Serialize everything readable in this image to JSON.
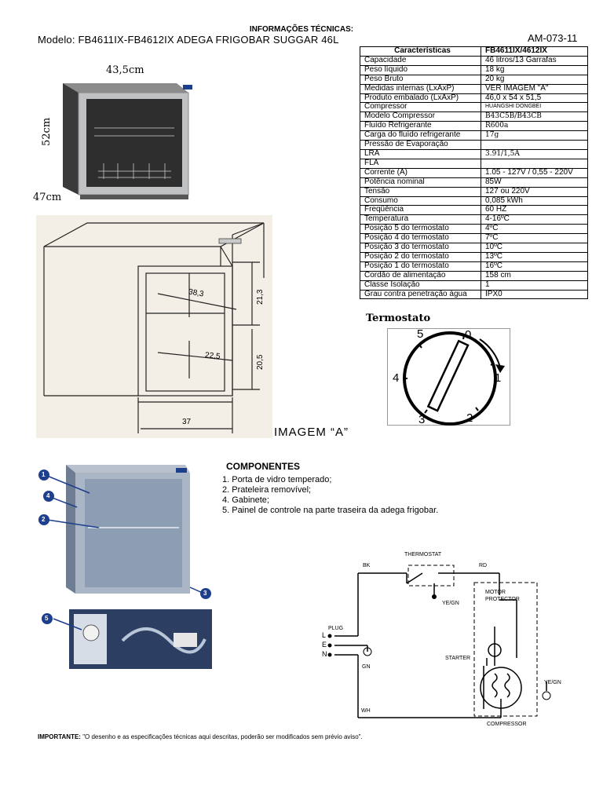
{
  "header": {
    "title": "INFORMAÇÕES TÉCNICAS:",
    "model_line": "Modelo:  FB4611IX-FB4612IX  ADEGA FRIGOBAR SUGGAR 46L",
    "code": "AM-073-11"
  },
  "photo": {
    "width_label": "43,5cm",
    "height_label": "52cm",
    "depth_label": "47cm"
  },
  "drawing": {
    "dims": [
      "38,3",
      "21,3",
      "22,5",
      "20,5",
      "37"
    ],
    "caption": "IMAGEM “A”"
  },
  "spec_table": {
    "headers": [
      "Características",
      "FB4611IX/4612IX"
    ],
    "rows": [
      [
        "Capacidade",
        "46 litros/13 Garrafas"
      ],
      [
        "Peso líquido",
        "18 kg"
      ],
      [
        "Peso Bruto",
        "20 kg"
      ],
      [
        "Medidas internas (LxAxP)",
        "VER IMAGEM \"A\""
      ],
      [
        "Produto embalado (LxAxP)",
        "46,0 x 54 x 51,5"
      ],
      [
        "Compressor",
        "HUANGSHI DONGBEI"
      ],
      [
        "Modelo Compressor",
        "B43C5B/B43CB"
      ],
      [
        "Fluído Refrigerante",
        "R600a"
      ],
      [
        "Carga do fluído refrigerante",
        "17g"
      ],
      [
        "Pressão de Evaporação",
        ""
      ],
      [
        "LRA",
        "3.91/1,5A"
      ],
      [
        "FLA",
        ""
      ],
      [
        "Corrente (A)",
        "1.05 - 127V / 0,55 - 220V"
      ],
      [
        "Potência nominal",
        "85W"
      ],
      [
        "Tensão",
        "127 ou 220V"
      ],
      [
        "Consumo",
        "0,085 kWh"
      ],
      [
        "Freqüência",
        "60 HZ"
      ],
      [
        "Temperatura",
        "4-16ºC"
      ],
      [
        "Posição 5 do termostato",
        "4ºC"
      ],
      [
        "Posição 4 do termostato",
        "7ºC"
      ],
      [
        "Posição 3 do termostato",
        "10ºC"
      ],
      [
        "Posição 2 do termostato",
        "13ºC"
      ],
      [
        "Posição 1 do termostato",
        "16ºC"
      ],
      [
        "Cordão de alimentação",
        "158 cm"
      ],
      [
        "Classe Isolação",
        "1"
      ],
      [
        "Grau contra penetração água",
        "IPX0"
      ]
    ]
  },
  "thermostat": {
    "title": "Termostato",
    "positions": [
      "5",
      "0",
      "1",
      "2",
      "3",
      "4"
    ]
  },
  "components": {
    "title": "COMPONENTES",
    "items": [
      "1. Porta de vidro temperado;",
      "2. Prateleira removível;",
      "4. Gabinete;",
      "5. Painel de controle na parte traseira da adega frigobar."
    ],
    "callouts": [
      "1",
      "4",
      "2",
      "3",
      "5"
    ]
  },
  "wiring": {
    "thermostat": "THERMOSTAT",
    "bk": "BK",
    "rd": "RD",
    "ye_gn_1": "YE/GN",
    "motor_protector_1": "MOTOR",
    "motor_protector_2": "PROTECTOR",
    "plug": "PLUG",
    "l": "L",
    "e": "E",
    "n": "N",
    "gn": "GN",
    "starter": "STARTER",
    "ye_gn_2": "YE/GN",
    "wh": "WH",
    "compressor": "COMPRESSOR"
  },
  "footer": {
    "label": "IMPORTANTE:",
    "text": " \"O desenho e as especificações técnicas aqui descritas, poderão ser modificados sem prévio aviso\"."
  }
}
